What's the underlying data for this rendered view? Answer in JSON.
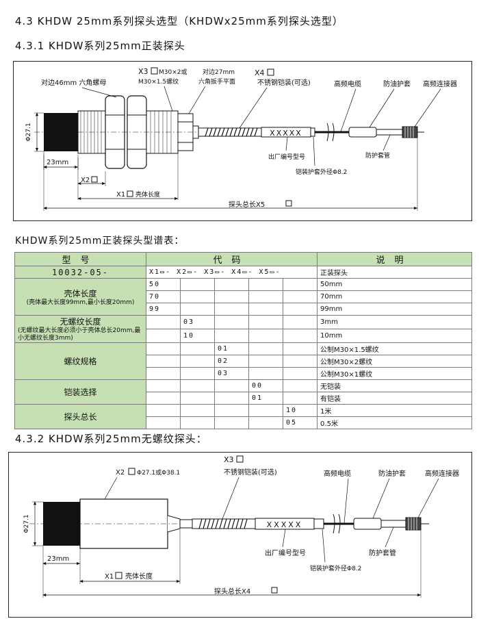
{
  "headings": {
    "h43": "4.3 KHDW 25mm系列探头选型（KHDWx25mm系列探头选型）",
    "h431": "4.3.1 KHDW系列25mm正装探头",
    "table_caption": "KHDW系列25mm正装探头型谱表：",
    "h432": "4.3.2 KHDW系列25mm无螺纹探头："
  },
  "diagram1": {
    "hex_nut": "对边46mm 六角螺母",
    "x3": "X3",
    "x3_opt1": "M30×2或",
    "x3_opt2": "M30×1.5螺纹",
    "wrench1": "对边27mm",
    "wrench2": "六角扳手平面",
    "x4": "X4",
    "armor": "不锈钢铠装(可选)",
    "cable": "高频电缆",
    "oil": "防油护套",
    "connector": "高频连接器",
    "dia": "Φ27.1",
    "len23": "23mm",
    "x2": "X2",
    "x1": "X1",
    "shell": "壳体长度",
    "serial": "出厂编号型号",
    "sleeve": "防护套管",
    "sheath": "铠装护套外径Φ8.2",
    "total": "探头总长X5",
    "marks": "XXXXX"
  },
  "table": {
    "header": {
      "model": "型号",
      "code": "代码",
      "desc": "说明"
    },
    "model_code": "10032-05-",
    "code_pattern": "X1▭- X2▭- X3▭- X4▭- X5▭-",
    "model_desc": "正装探头",
    "groups": [
      {
        "title": "壳体长度",
        "note": "(壳体最大长度99mm,最小长度20mm)",
        "rows": [
          {
            "code": "50",
            "desc": "50mm"
          },
          {
            "code": "70",
            "desc": "70mm"
          },
          {
            "code": "99",
            "desc": "99mm"
          }
        ]
      },
      {
        "title": "无螺纹长度",
        "note": "(无螺纹最大长度必须小于壳体总长20mm,最小无螺纹长度3mm)",
        "rows": [
          {
            "code": "03",
            "desc": "3mm"
          },
          {
            "code": "10",
            "desc": "10mm"
          }
        ]
      },
      {
        "title": "螺纹规格",
        "note": "",
        "rows": [
          {
            "code": "01",
            "desc": "公制M30×1.5螺纹"
          },
          {
            "code": "02",
            "desc": "公制M30×2螺纹"
          },
          {
            "code": "03",
            "desc": "公制M30×1螺纹"
          }
        ]
      },
      {
        "title": "铠装选择",
        "note": "",
        "rows": [
          {
            "code": "00",
            "desc": "无铠装"
          },
          {
            "code": "01",
            "desc": "有铠装"
          }
        ]
      },
      {
        "title": "探头总长",
        "note": "",
        "rows": [
          {
            "code": "10",
            "desc": "1米"
          },
          {
            "code": "05",
            "desc": "0.5米"
          }
        ]
      }
    ]
  },
  "diagram2": {
    "x3": "X3",
    "armor": "不锈钢铠装(可选)",
    "x2": "X2",
    "x2_opt": "Φ27.1或Φ38.1",
    "cable": "高频电缆",
    "oil": "防油护套",
    "connector": "高频连接器",
    "dia": "Φ27.1",
    "len23": "23mm",
    "x1": "X1",
    "shell": "壳体长度",
    "serial": "出厂编号型号",
    "sleeve": "防护套管",
    "sheath": "铠装护套外径Φ8.2",
    "total": "探头总长X4",
    "marks": "XXXXX"
  }
}
